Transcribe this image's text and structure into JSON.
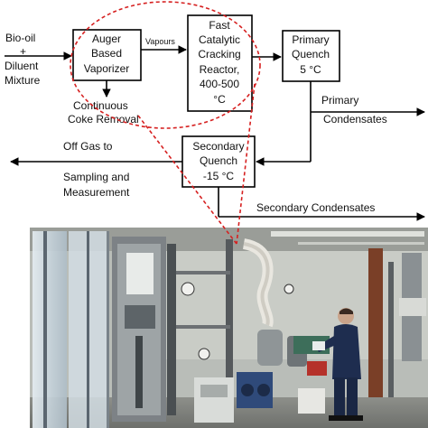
{
  "diagram": {
    "inputs": {
      "line1": "Bio-oil",
      "line2": "+",
      "line3": "Diluent",
      "line4": "Mixture"
    },
    "boxes": {
      "vaporizer": {
        "line1": "Auger",
        "line2": "Based",
        "line3": "Vaporizer"
      },
      "reactor": {
        "line1": "Fast",
        "line2": "Catalytic",
        "line3": "Cracking",
        "line4": "Reactor,",
        "line5": "400-500",
        "line6": "°C"
      },
      "primary_quench": {
        "line1": "Primary",
        "line2": "Quench",
        "line3": "5 °C"
      },
      "secondary_quench": {
        "line1": "Secondary",
        "line2": "Quench",
        "line3": "-15 °C"
      }
    },
    "flow_labels": {
      "vapours": "Vapours",
      "coke_line1": "Continuous",
      "coke_line2": "Coke Removal",
      "primary_line1": "Primary",
      "primary_line2": "Condensates",
      "offgas_line1": "Off Gas to",
      "offgas_line2": "Sampling and",
      "offgas_line3": "Measurement",
      "secondary_condensates": "Secondary Condensates"
    },
    "colors": {
      "highlight": "#d62020",
      "stroke": "#000000"
    }
  },
  "photo": {
    "subject": "laboratory pilot plant with operator"
  }
}
